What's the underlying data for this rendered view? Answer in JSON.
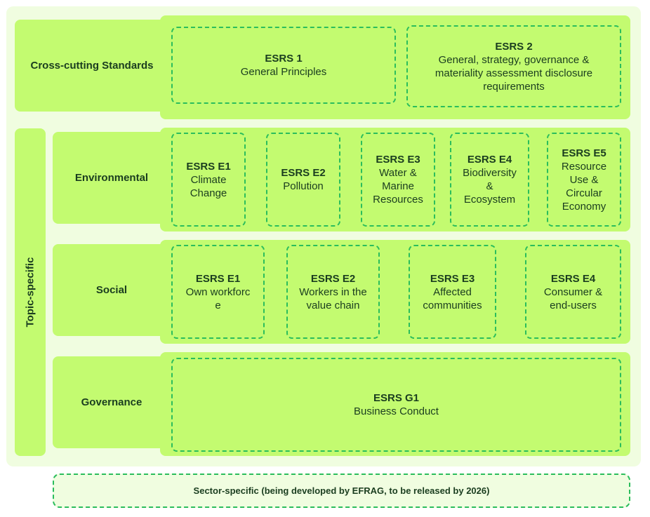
{
  "cross_cutting": {
    "label": "Cross-cutting Standards",
    "standards": [
      {
        "code": "ESRS 1",
        "name": "General Principles"
      },
      {
        "code": "ESRS 2",
        "name": "General, strategy, governance & materiality assessment disclosure requirements"
      }
    ]
  },
  "topic_specific": {
    "label": "Topic-specific",
    "environmental": {
      "label": "Environmental",
      "standards": [
        {
          "code": "ESRS E1",
          "name": "Climate\nChange"
        },
        {
          "code": "ESRS E2",
          "name": "Pollution"
        },
        {
          "code": "ESRS E3",
          "name": "Water &\nMarine\nResources"
        },
        {
          "code": "ESRS E4",
          "name": "Biodiversity\n&\nEcosystem"
        },
        {
          "code": "ESRS E5",
          "name": "Resource\nUse &\nCircular\nEconomy"
        }
      ]
    },
    "social": {
      "label": "Social",
      "standards": [
        {
          "code": "ESRS E1",
          "name": "Own workforc\ne"
        },
        {
          "code": "ESRS E2",
          "name": "Workers in the\nvalue chain"
        },
        {
          "code": "ESRS E3",
          "name": "Affected\ncommunities"
        },
        {
          "code": "ESRS E4",
          "name": "Consumer &\nend-users"
        }
      ]
    },
    "governance": {
      "label": "Governance",
      "standards": [
        {
          "code": "ESRS G1",
          "name": "Business Conduct"
        }
      ]
    }
  },
  "sector_specific": {
    "label": "Sector-specific (being developed by EFRAG, to be released by 2026)"
  }
}
